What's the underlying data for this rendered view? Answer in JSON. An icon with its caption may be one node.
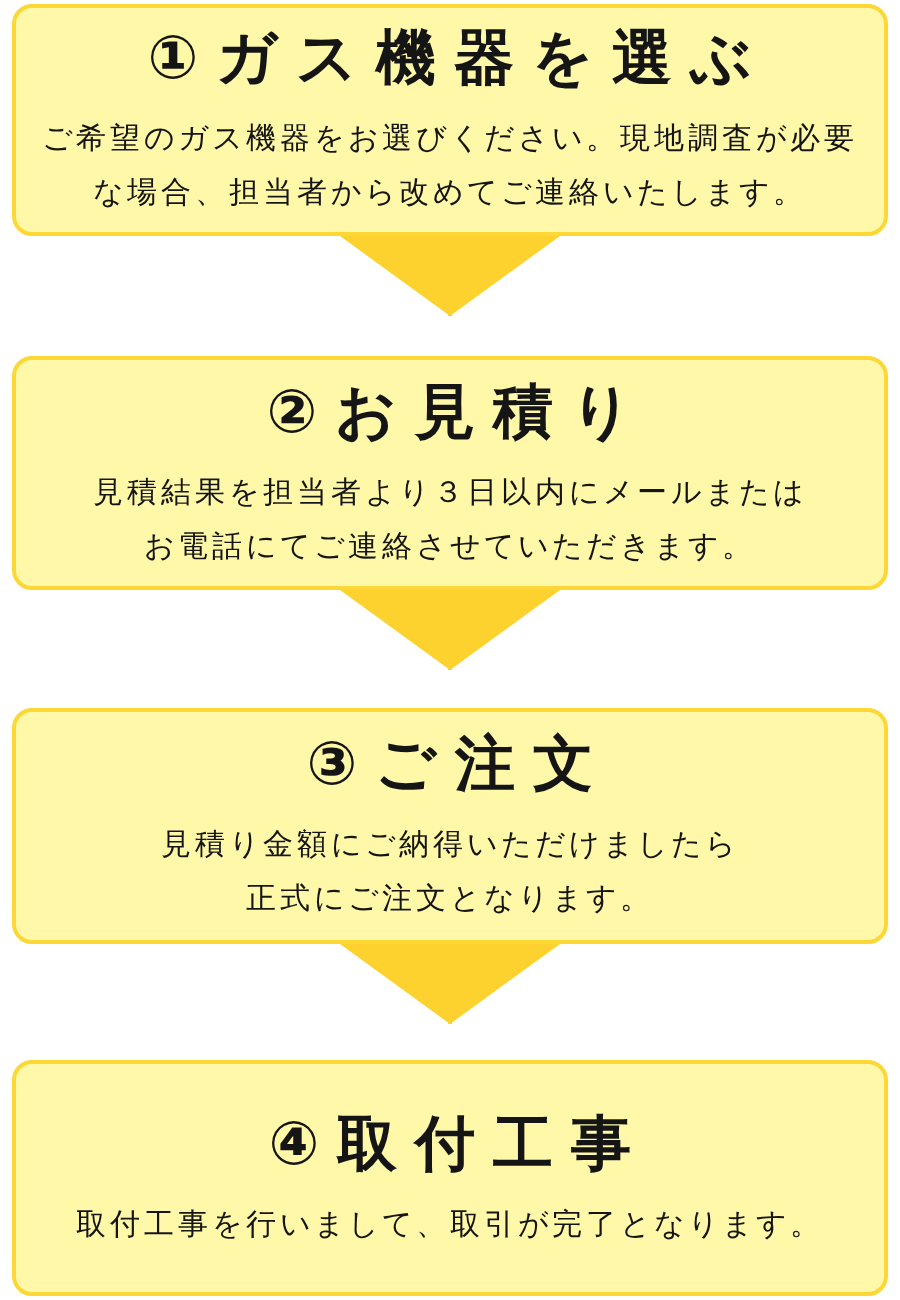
{
  "diagram": {
    "nodes": [
      {
        "text": [
          "①ガス機器を選ぶ",
          "ご希望のガス機器をお選びください。現地調査が必要な場合、担当者から改めてご連絡いたします。"
        ]
      },
      {
        "text": [
          "②お見積り",
          "見積結果を担当者より３日以内にメールまたはお電話にてご連絡させていただきます。"
        ]
      },
      {
        "text": [
          "③ご注文",
          "見積り金額にご納得いただけましたら正式にご注文となります。"
        ]
      },
      {
        "text": [
          "④取付工事",
          "取付工事を行いまして、取引が完了となります。"
        ]
      }
    ],
    "edges": [
      {
        "from": 0,
        "to": 1,
        "arrow": "to"
      },
      {
        "from": 1,
        "to": 2,
        "arrow": "to"
      },
      {
        "from": 2,
        "to": 3,
        "arrow": "to"
      }
    ]
  }
}
